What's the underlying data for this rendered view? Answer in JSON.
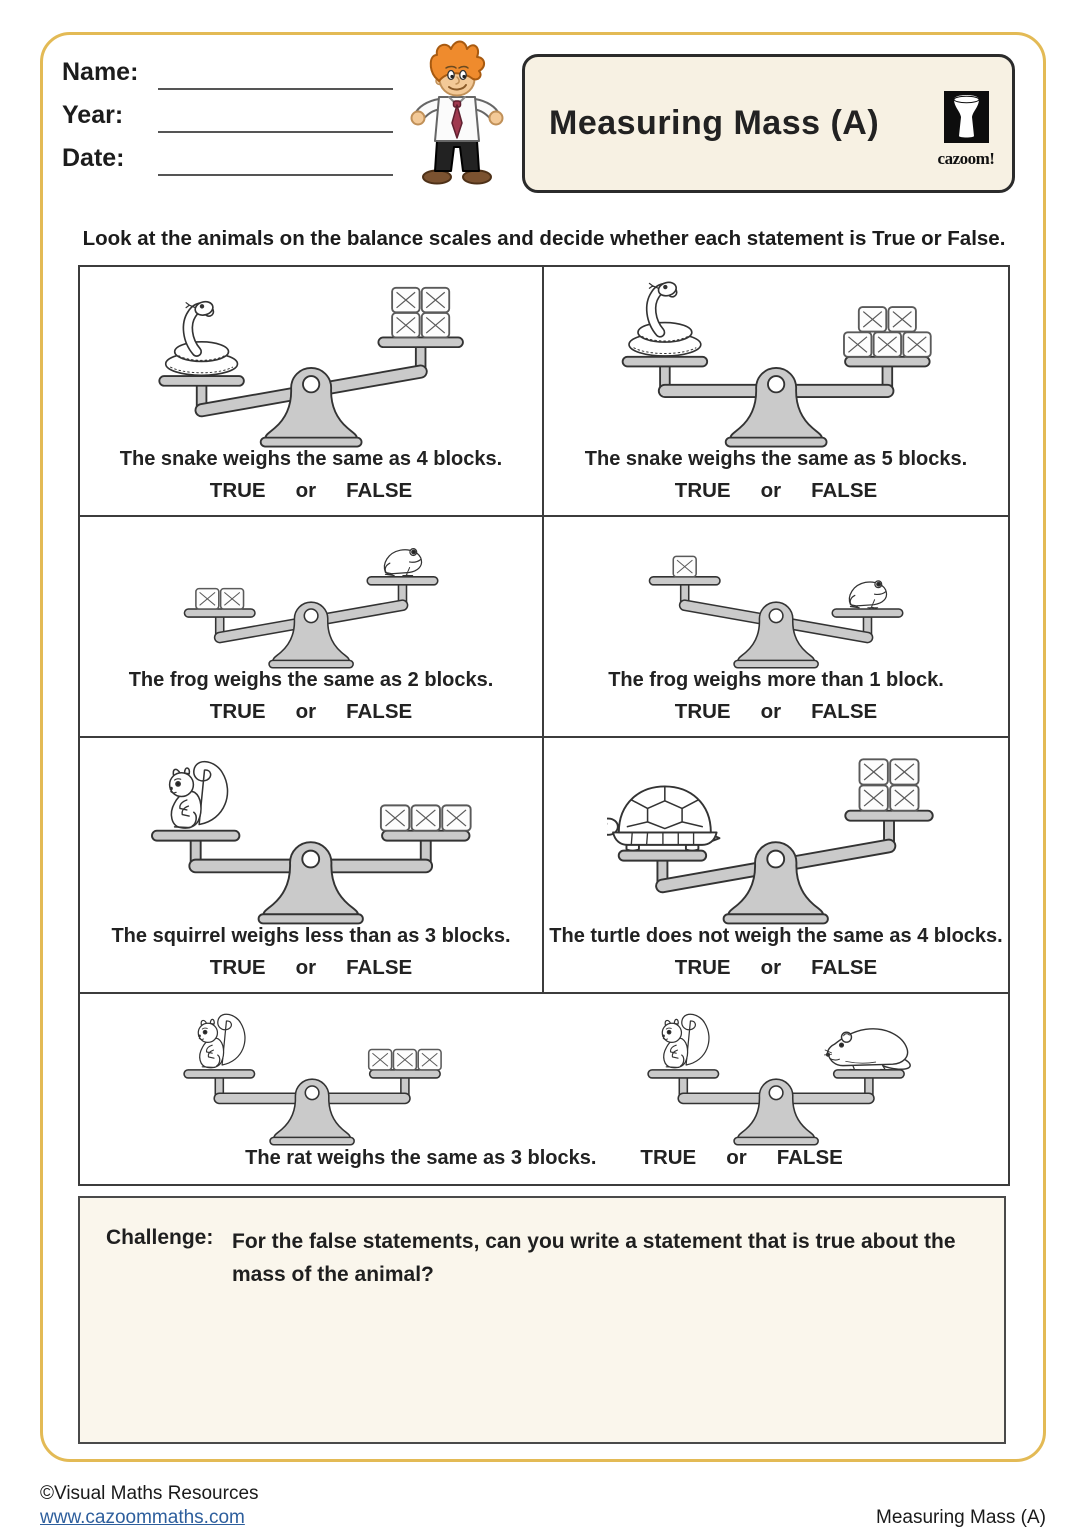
{
  "header": {
    "fields": [
      {
        "label": "Name:"
      },
      {
        "label": "Year:"
      },
      {
        "label": "Date:"
      }
    ],
    "title": "Measuring Mass (A)",
    "brand": "cazoom!"
  },
  "instruction": "Look at the animals on the balance scales and decide whether each statement is True or False.",
  "questions": [
    {
      "statement": "The snake weighs the same as 4 blocks.",
      "options": [
        "TRUE",
        "or",
        "FALSE"
      ],
      "scale": {
        "tilt": "left-down",
        "left": {
          "animal": "snake"
        },
        "right": {
          "blocks": 4
        }
      }
    },
    {
      "statement": "The snake weighs the same as 5 blocks.",
      "options": [
        "TRUE",
        "or",
        "FALSE"
      ],
      "scale": {
        "tilt": "level",
        "left": {
          "animal": "snake"
        },
        "right": {
          "blocks": 5
        }
      }
    },
    {
      "statement": "The frog weighs the same as 2 blocks.",
      "options": [
        "TRUE",
        "or",
        "FALSE"
      ],
      "scale": {
        "tilt": "left-down",
        "left": {
          "blocks": 2
        },
        "right": {
          "animal": "frog"
        }
      }
    },
    {
      "statement": "The frog weighs more than 1 block.",
      "options": [
        "TRUE",
        "or",
        "FALSE"
      ],
      "scale": {
        "tilt": "right-down",
        "left": {
          "blocks": 1
        },
        "right": {
          "animal": "frog"
        }
      }
    },
    {
      "statement": "The squirrel weighs less than as 3 blocks.",
      "options": [
        "TRUE",
        "or",
        "FALSE"
      ],
      "scale": {
        "tilt": "level",
        "left": {
          "animal": "squirrel"
        },
        "right": {
          "blocks": 3
        }
      }
    },
    {
      "statement": "The turtle does not weigh the same as 4 blocks.",
      "options": [
        "TRUE",
        "or",
        "FALSE"
      ],
      "scale": {
        "tilt": "left-down",
        "left": {
          "animal": "turtle"
        },
        "right": {
          "blocks": 4
        }
      }
    }
  ],
  "final_question": {
    "statement": "The rat weighs the same as 3 blocks.",
    "options": [
      "TRUE",
      "or",
      "FALSE"
    ],
    "scales": [
      {
        "tilt": "level",
        "left": {
          "animal": "squirrel"
        },
        "right": {
          "blocks": 3
        }
      },
      {
        "tilt": "level",
        "left": {
          "animal": "squirrel"
        },
        "right": {
          "animal": "rat"
        }
      }
    ]
  },
  "challenge": {
    "label": "Challenge:",
    "text": "For the false statements, can you write a statement that is true about the mass of the animal?"
  },
  "footer": {
    "copyright": "©Visual Maths Resources",
    "website": "www.cazoommaths.com",
    "doc_title": "Measuring Mass (A)"
  },
  "colors": {
    "frame_gold": "#e3ba55",
    "panel_cream": "#f7f1e3",
    "challenge_cream": "#faf6ec",
    "scale_gray": "#cacaca",
    "outline": "#333333",
    "link_blue": "#2e5f9d"
  }
}
